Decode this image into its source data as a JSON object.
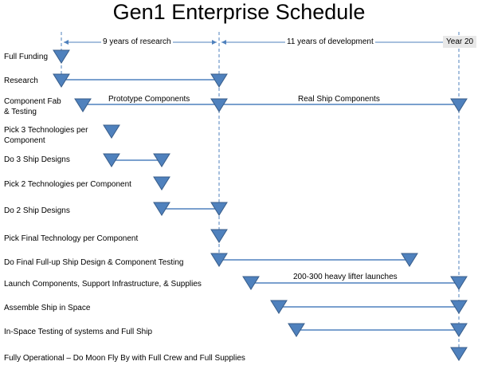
{
  "title": "Gen1 Enterprise Schedule",
  "spans": {
    "research": "9 years of research",
    "development": "11 years of development",
    "year_end": "Year 20"
  },
  "rows": [
    {
      "label": "Full Funding"
    },
    {
      "label": "Research"
    },
    {
      "label": "Component Fab\n& Testing"
    },
    {
      "label": "Pick 3 Technologies per\nComponent"
    },
    {
      "label": "Do 3 Ship Designs"
    },
    {
      "label": "Pick 2 Technologies per Component"
    },
    {
      "label": "Do 2 Ship Designs"
    },
    {
      "label": "Pick Final Technology per Component"
    },
    {
      "label": "Do Final Full-up Ship Design & Component Testing"
    },
    {
      "label": "Launch  Components, Support Infrastructure, & Supplies"
    },
    {
      "label": "Assemble Ship in Space"
    },
    {
      "label": "In-Space Testing of systems and Full Ship"
    },
    {
      "label": "Fully Operational – Do Moon Fly By with  Full Crew and Full Supplies"
    }
  ],
  "notes": {
    "prototype": "Prototype Components",
    "real": "Real Ship Components",
    "launches": "200-300 heavy lifter launches"
  },
  "colors": {
    "marker": "#4f81bd",
    "marker_border": "#385d8a",
    "bar": "#4f81bd",
    "guide": "#4f81bd"
  }
}
